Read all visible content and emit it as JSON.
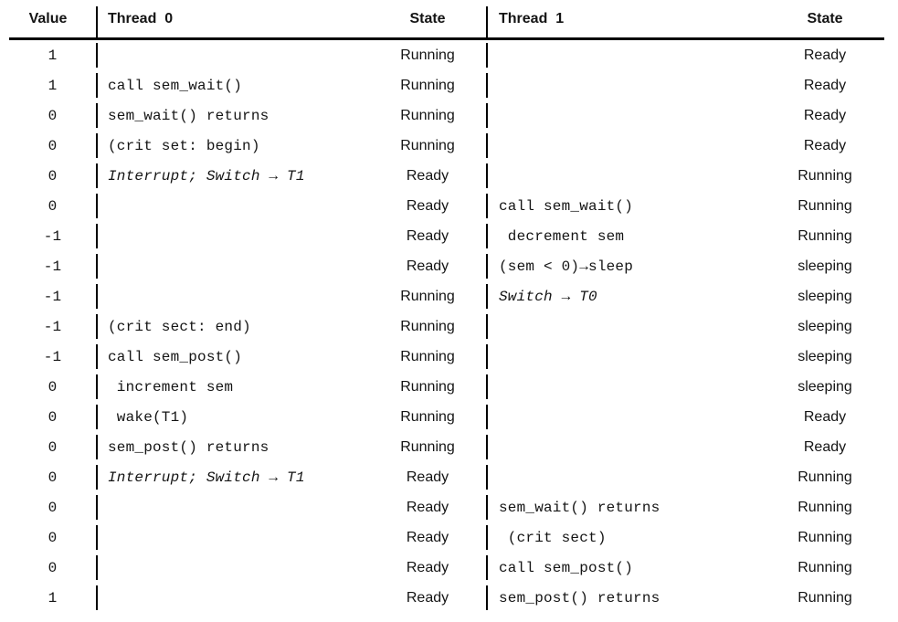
{
  "figure": {
    "description_name": "semaphore-two-thread-trace-table",
    "headers": {
      "value": "Value",
      "thread0": "Thread  0",
      "state0": "State",
      "thread1": "Thread  1",
      "state1": "State"
    },
    "rows": [
      {
        "value": "1",
        "t0": "",
        "s0": "Running",
        "t1": "",
        "s1": "Ready"
      },
      {
        "value": "1",
        "t0": "call sem_wait()",
        "s0": "Running",
        "t1": "",
        "s1": "Ready"
      },
      {
        "value": "0",
        "t0": "sem_wait() returns",
        "s0": "Running",
        "t1": "",
        "s1": "Ready"
      },
      {
        "value": "0",
        "t0": "(crit set: begin)",
        "s0": "Running",
        "t1": "",
        "s1": "Ready"
      },
      {
        "value": "0",
        "t0": "Interrupt; Switch → T1",
        "t0_style": "italic",
        "s0": "Ready",
        "t1": "",
        "s1": "Running"
      },
      {
        "value": "0",
        "t0": "",
        "s0": "Ready",
        "t1": "call sem_wait()",
        "s1": "Running"
      },
      {
        "value": "-1",
        "t0": "",
        "s0": "Ready",
        "t1": " decrement sem",
        "s1": "Running"
      },
      {
        "value": "-1",
        "t0": "",
        "s0": "Ready",
        "t1": "(sem < 0)→sleep",
        "s1": "sleeping"
      },
      {
        "value": "-1",
        "t0": "",
        "s0": "Running",
        "t1": "Switch → T0",
        "t1_style": "italic",
        "s1": "sleeping"
      },
      {
        "value": "-1",
        "t0": "(crit sect: end)",
        "s0": "Running",
        "t1": "",
        "s1": "sleeping"
      },
      {
        "value": "-1",
        "t0": "call sem_post()",
        "s0": "Running",
        "t1": "",
        "s1": "sleeping"
      },
      {
        "value": "0",
        "t0": " increment sem",
        "s0": "Running",
        "t1": "",
        "s1": "sleeping"
      },
      {
        "value": "0",
        "t0": " wake(T1)",
        "s0": "Running",
        "t1": "",
        "s1": "Ready"
      },
      {
        "value": "0",
        "t0": "sem_post() returns",
        "s0": "Running",
        "t1": "",
        "s1": "Ready"
      },
      {
        "value": "0",
        "t0": "Interrupt; Switch → T1",
        "t0_style": "italic",
        "s0": "Ready",
        "t1": "",
        "s1": "Running"
      },
      {
        "value": "0",
        "t0": "",
        "s0": "Ready",
        "t1": "sem_wait() returns",
        "s1": "Running"
      },
      {
        "value": "0",
        "t0": "",
        "s0": "Ready",
        "t1": " (crit sect)",
        "s1": "Running"
      },
      {
        "value": "0",
        "t0": "",
        "s0": "Ready",
        "t1": "call sem_post()",
        "s1": "Running"
      },
      {
        "value": "1",
        "t0": "",
        "s0": "Ready",
        "t1": "sem_post() returns",
        "s1": "Running"
      }
    ],
    "colors": {
      "text": "#141414",
      "rule": "#000000",
      "background": "#ffffff"
    }
  }
}
